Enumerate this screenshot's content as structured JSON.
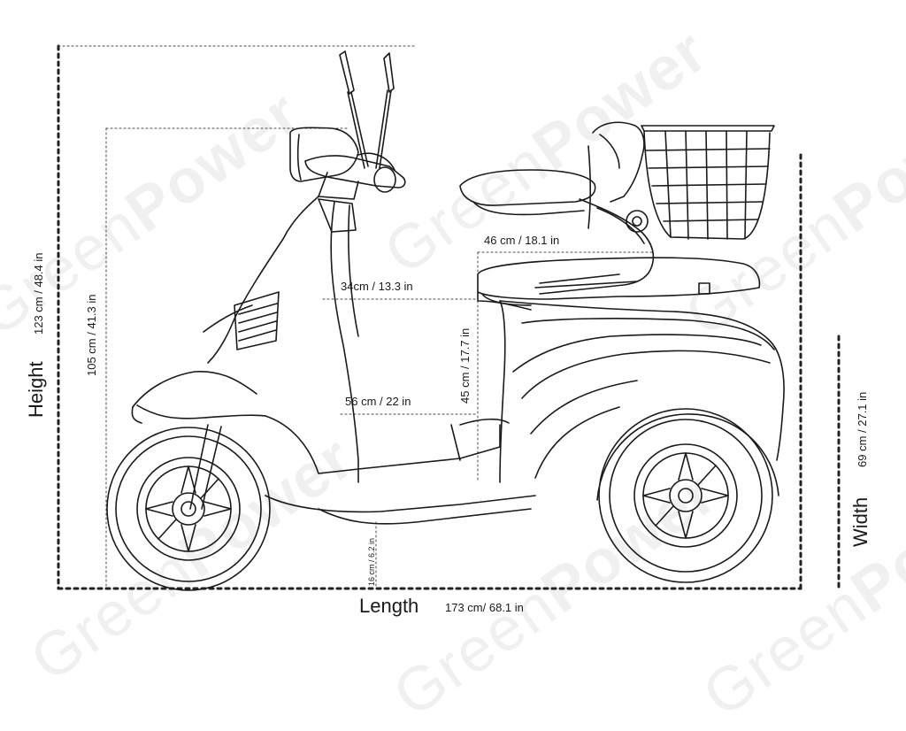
{
  "watermark": {
    "text_light": "Green",
    "text_bold": "Power"
  },
  "dimensions": {
    "height": {
      "title": "Height",
      "value": "123 cm / 48.4 in"
    },
    "seat_height": {
      "value": "105 cm / 41.3 in"
    },
    "length": {
      "title": "Length",
      "value": "173 cm/ 68.1  in"
    },
    "width": {
      "title": "Width",
      "value": "69 cm / 27.1 in"
    },
    "seat_width": {
      "value": "46 cm / 18.1 in"
    },
    "knee_room": {
      "value": "34cm / 13.3 in"
    },
    "floor_length": {
      "value": "56 cm / 22 in"
    },
    "seat_to_floor": {
      "value": "45 cm / 17.7 in"
    },
    "ground_clearance": {
      "value": "16 cm / 6.2 in"
    }
  },
  "colors": {
    "line": "#1a1a1a",
    "dim_line": "#222222",
    "watermark": "#f0f0f0"
  }
}
